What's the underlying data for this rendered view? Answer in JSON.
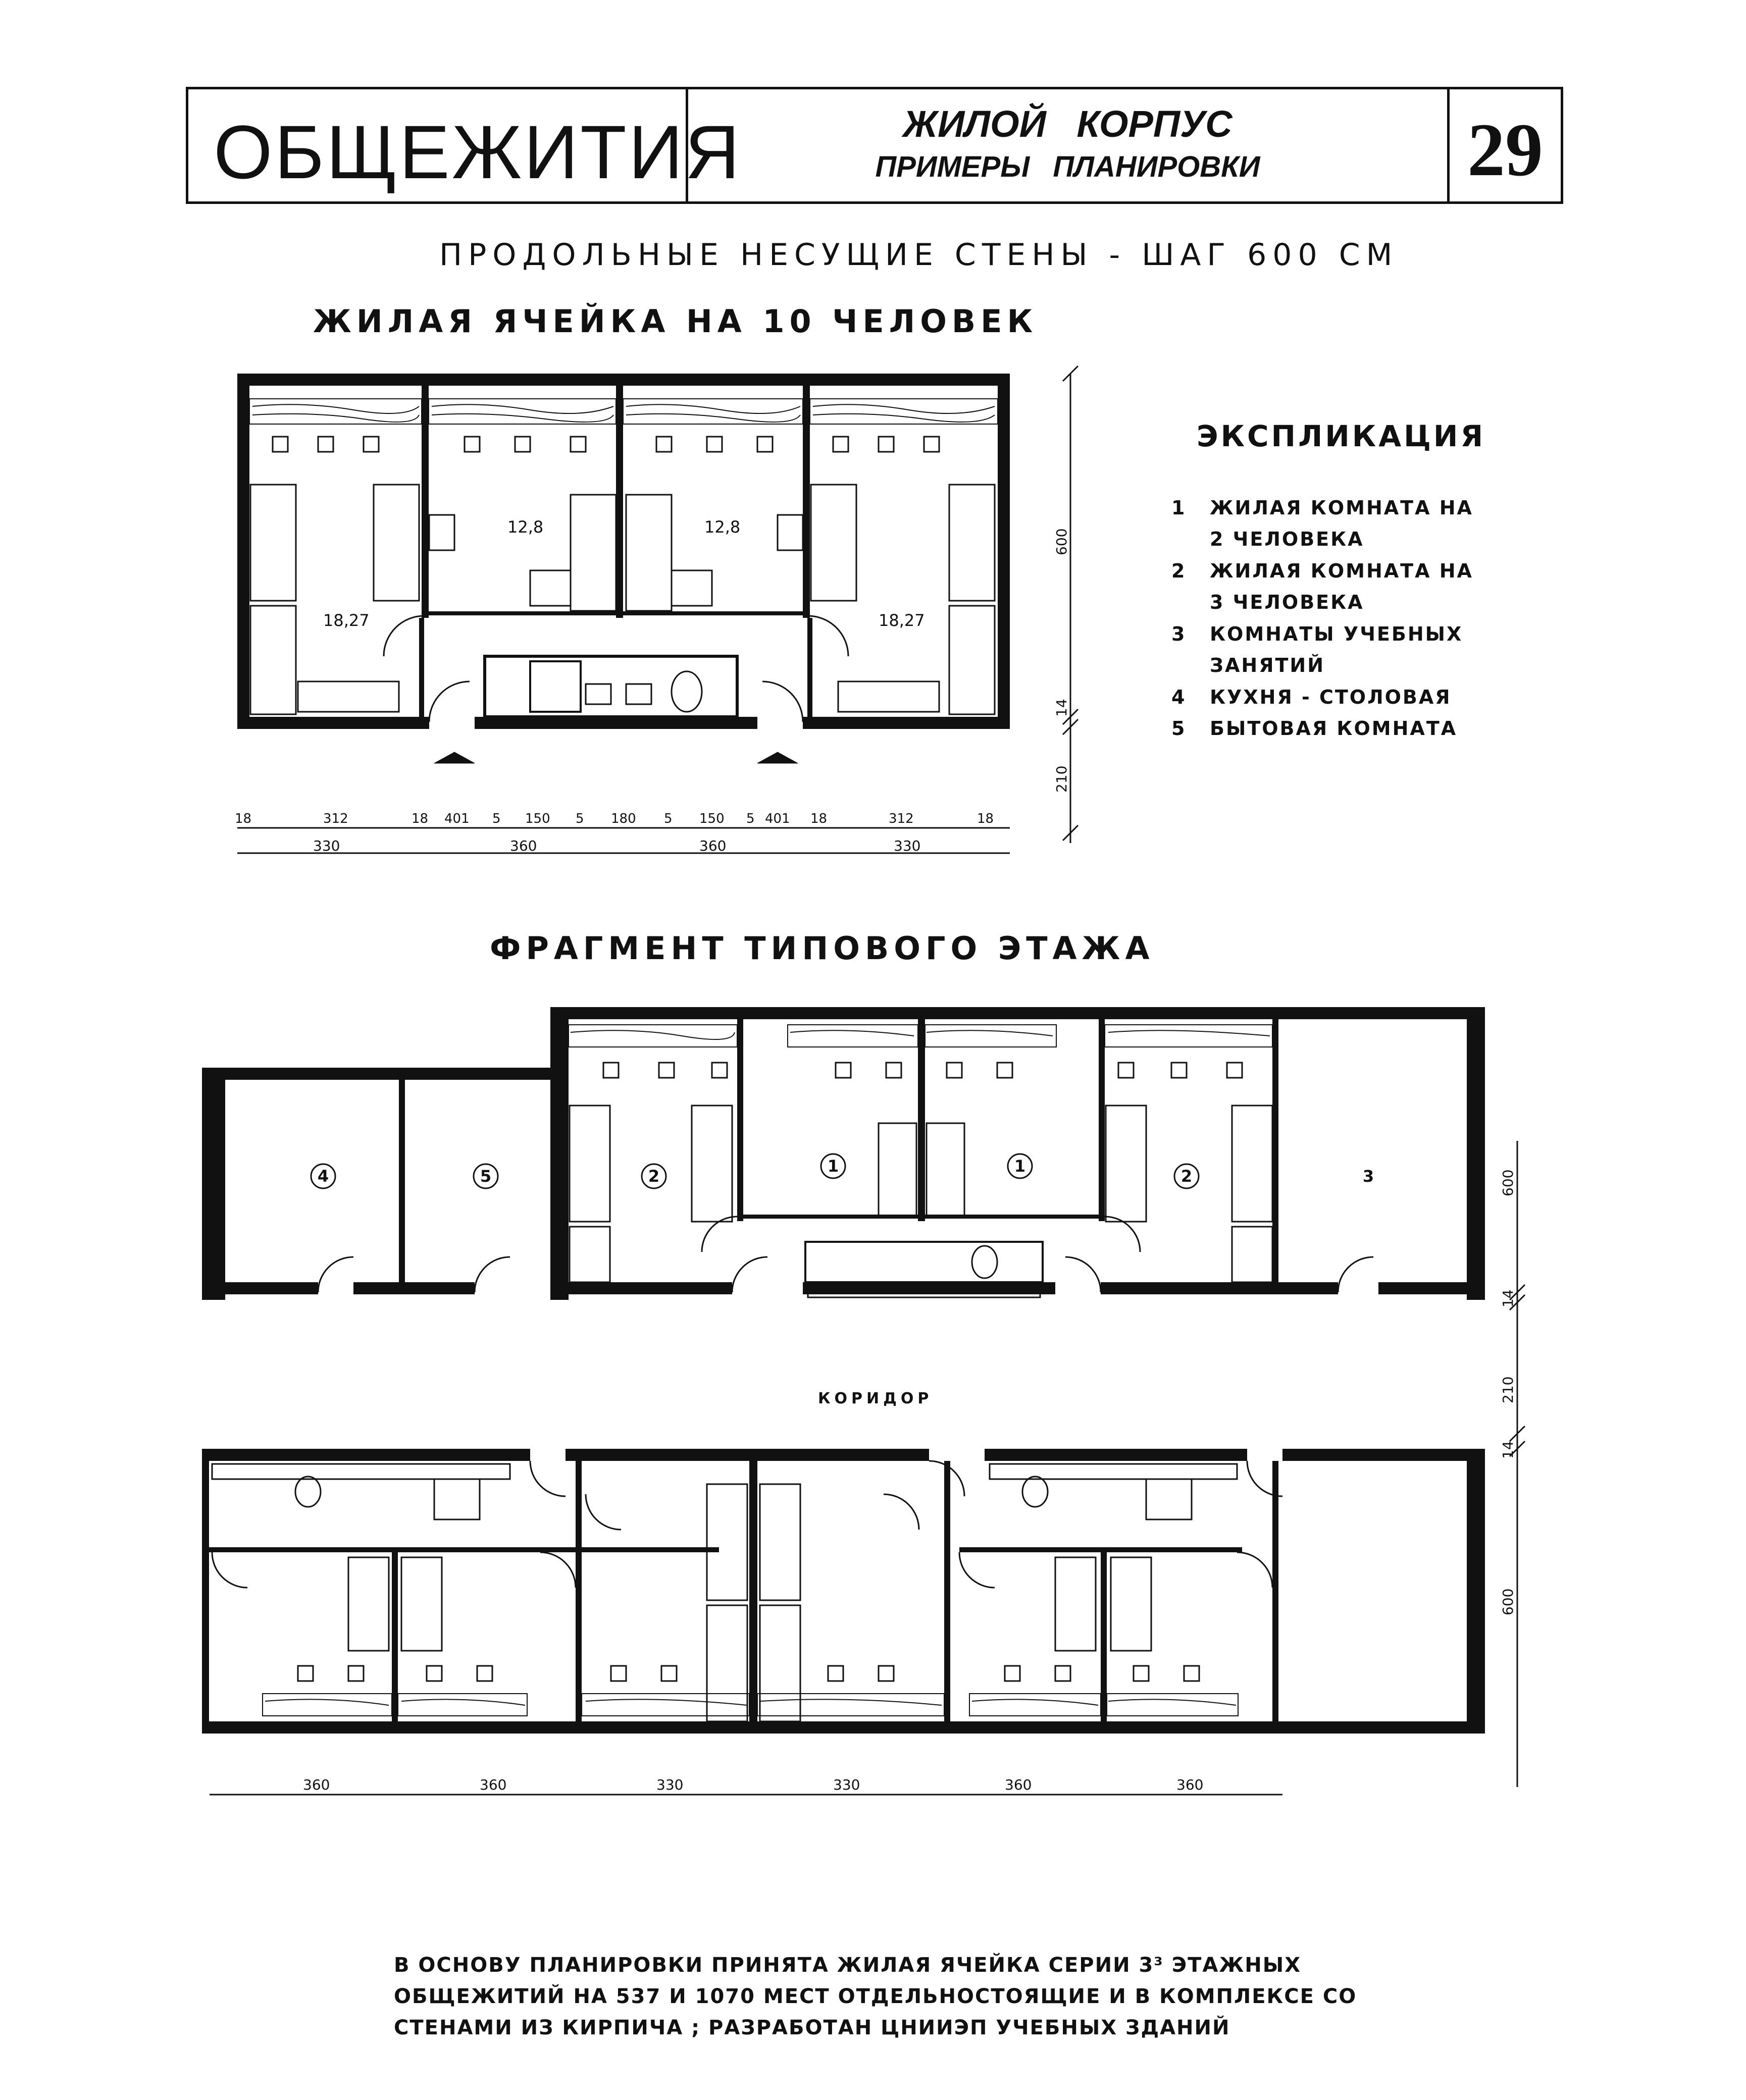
{
  "header": {
    "title": "ОБЩЕЖИТИЯ",
    "subtitle_line1": "ЖИЛОЙ КОРПУС",
    "subtitle_line2": "ПРИМЕРЫ ПЛАНИРОВКИ",
    "page_number": "29"
  },
  "section_heading": "ПРОДОЛЬНЫЕ НЕСУЩИЕ СТЕНЫ - ШАГ 600 СМ",
  "cell_plan": {
    "heading": "ЖИЛАЯ ЯЧЕЙКА НА 10 ЧЕЛОВЕК",
    "room_areas": [
      "18,27",
      "12,8",
      "12,8",
      "18,27"
    ],
    "vertical_dims": [
      "600",
      "14",
      "210"
    ],
    "dims_detail": [
      "18",
      "312",
      "18",
      "401",
      "5",
      "150",
      "5",
      "180",
      "5",
      "150",
      "5",
      "401",
      "18",
      "312",
      "18"
    ],
    "dims_main": [
      "330",
      "360",
      "360",
      "330"
    ]
  },
  "legend": {
    "title": "ЭКСПЛИКАЦИЯ",
    "items": [
      {
        "num": "1",
        "text": "ЖИЛАЯ КОМНАТА НА 2 ЧЕЛОВЕКА"
      },
      {
        "num": "2",
        "text": "ЖИЛАЯ КОМНАТА НА 3 ЧЕЛОВЕКА"
      },
      {
        "num": "3",
        "text": "КОМНАТЫ УЧЕБНЫХ ЗАНЯТИЙ"
      },
      {
        "num": "4",
        "text": "КУХНЯ - СТОЛОВАЯ"
      },
      {
        "num": "5",
        "text": "БЫТОВАЯ КОМНАТА"
      }
    ]
  },
  "floor_plan": {
    "heading": "ФРАГМЕНТ ТИПОВОГО ЭТАЖА",
    "corridor_label": "КОРИДОР",
    "room_markers": [
      "4",
      "5",
      "2",
      "1",
      "1",
      "2",
      "3"
    ],
    "vertical_dims": [
      "600",
      "14",
      "210",
      "14",
      "600"
    ],
    "dims_bottom": [
      "360",
      "360",
      "330",
      "330",
      "360",
      "360"
    ]
  },
  "footnote": "В ОСНОВУ ПЛАНИРОВКИ ПРИНЯТА ЖИЛАЯ ЯЧЕЙКА СЕРИИ 3³ ЭТАЖНЫХ ОБЩЕЖИТИЙ НА 537 И 1070 МЕСТ ОТДЕЛЬНОСТОЯЩИЕ И В КОМПЛЕКСЕ СО СТЕНАМИ ИЗ КИРПИЧА ; РАЗРАБОТАН ЦНИИЭП УЧЕБНЫХ ЗДАНИЙ"
}
